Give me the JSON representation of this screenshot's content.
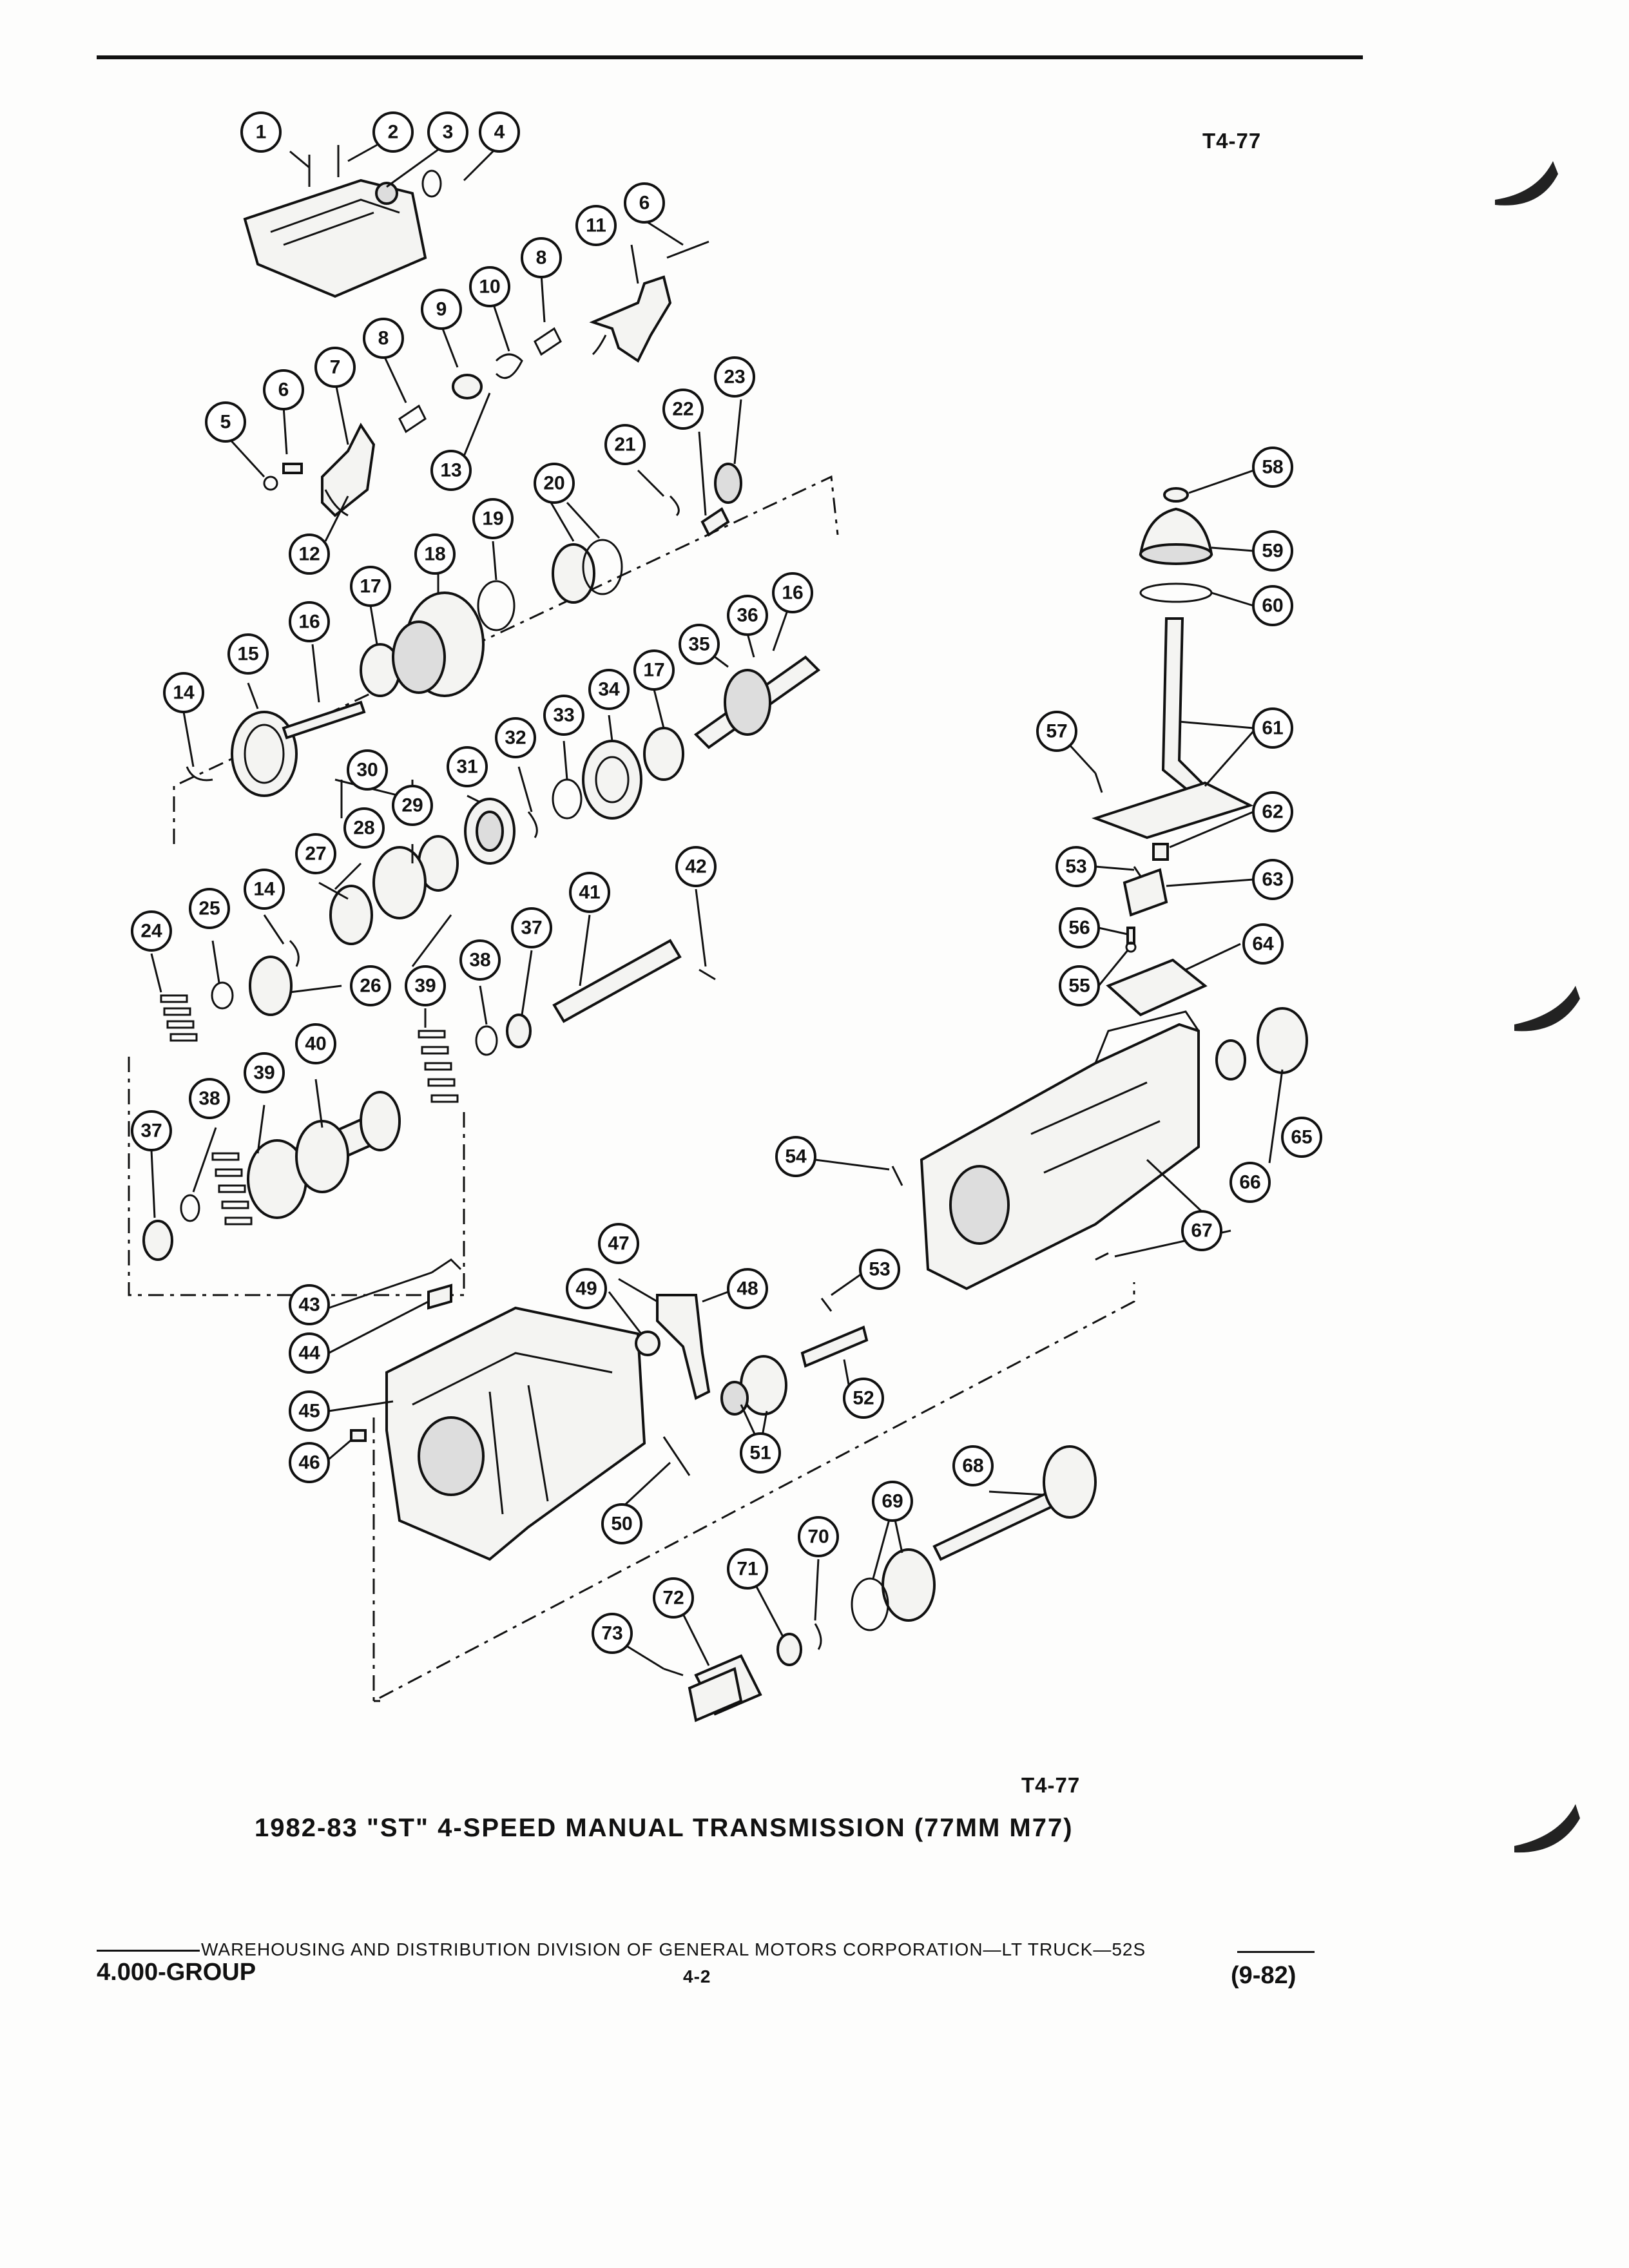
{
  "header": {
    "ref_code_top": "T4-77"
  },
  "figure": {
    "ref_code_bottom": "T4-77",
    "caption": "1982-83 \"ST\" 4-SPEED MANUAL TRANSMISSION (77MM M77)",
    "callouts": [
      "1",
      "2",
      "3",
      "4",
      "5",
      "6",
      "6",
      "7",
      "8",
      "8",
      "9",
      "10",
      "11",
      "12",
      "13",
      "14",
      "14",
      "15",
      "16",
      "16",
      "17",
      "17",
      "18",
      "19",
      "20",
      "21",
      "22",
      "23",
      "24",
      "25",
      "26",
      "27",
      "28",
      "29",
      "30",
      "31",
      "32",
      "33",
      "34",
      "35",
      "36",
      "37",
      "37",
      "38",
      "38",
      "39",
      "39",
      "40",
      "41",
      "42",
      "43",
      "44",
      "45",
      "46",
      "47",
      "48",
      "49",
      "50",
      "51",
      "52",
      "53",
      "53",
      "54",
      "55",
      "56",
      "57",
      "58",
      "59",
      "60",
      "61",
      "62",
      "63",
      "64",
      "65",
      "66",
      "67",
      "68",
      "69",
      "70",
      "71",
      "72",
      "73"
    ]
  },
  "footer": {
    "division_line": "WAREHOUSING AND DISTRIBUTION  DIVISION OF GENERAL MOTORS CORPORATION—LT TRUCK—52S",
    "group": "4.000-GROUP",
    "page_number": "4-2",
    "date_code": "(9-82)"
  }
}
